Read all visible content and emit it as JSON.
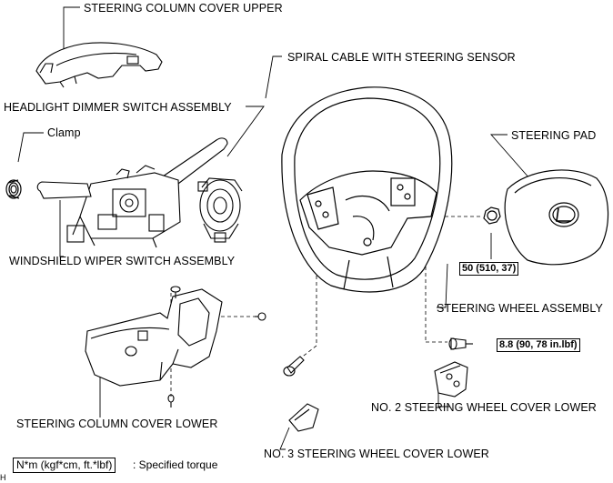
{
  "labels": {
    "steering_column_cover_upper": "STEERING COLUMN COVER UPPER",
    "spiral_cable": "SPIRAL CABLE WITH STEERING SENSOR",
    "headlight_dimmer": "HEADLIGHT DIMMER SWITCH ASSEMBLY",
    "clamp": "Clamp",
    "steering_pad": "STEERING PAD",
    "windshield_wiper": "WINDSHIELD WIPER SWITCH ASSEMBLY",
    "steering_wheel_assembly": "STEERING WHEEL ASSEMBLY",
    "steering_column_cover_lower": "STEERING COLUMN COVER LOWER",
    "no2_cover_lower": "NO. 2 STEERING WHEEL COVER LOWER",
    "no3_cover_lower": "NO. 3 STEERING WHEEL COVER LOWER"
  },
  "torque": {
    "nut": "50 (510, 37)",
    "screw": "8.8 (90, 78 in.lbf)"
  },
  "legend": {
    "unit_box": "N*m (kgf*cm, ft.*lbf)",
    "description": ": Specified torque"
  },
  "figure_code": "H"
}
